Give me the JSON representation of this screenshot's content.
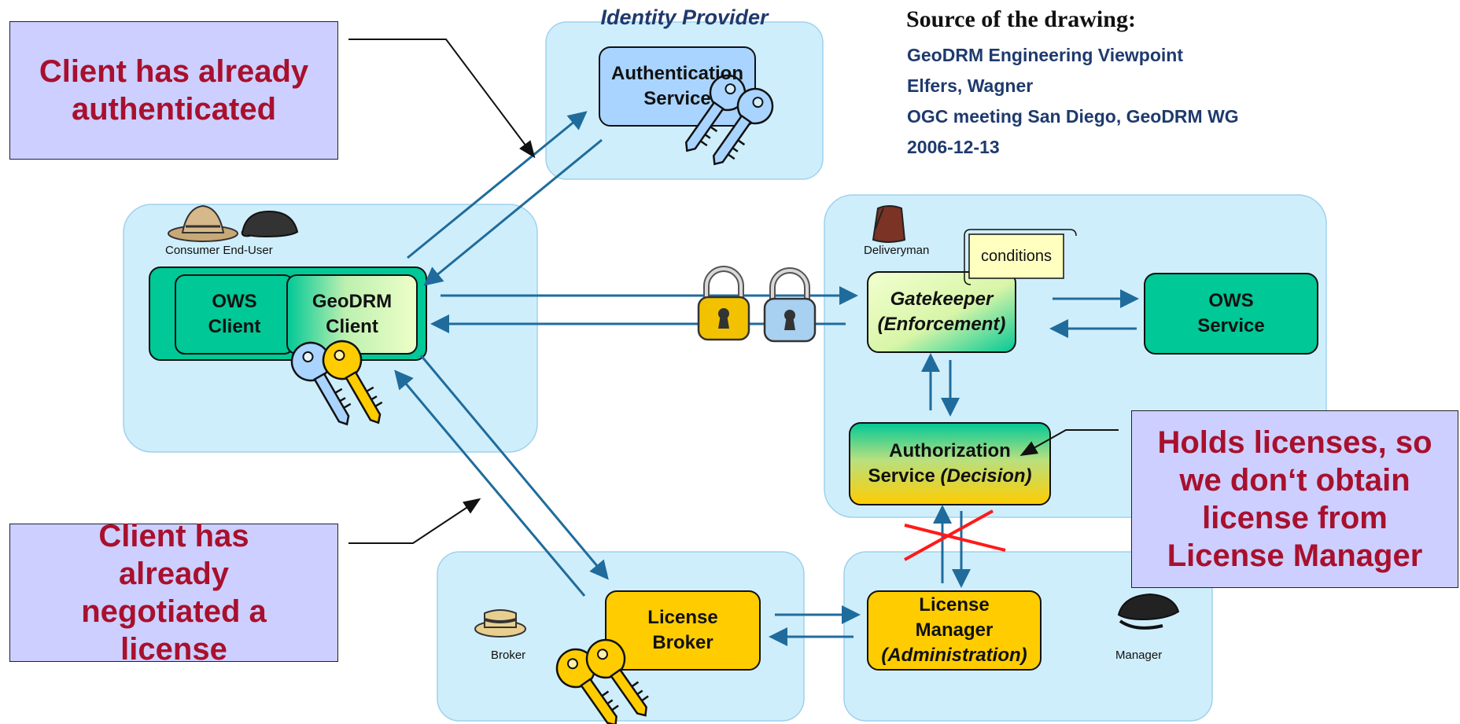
{
  "source": {
    "title": "Source of the drawing:",
    "lines": [
      "GeoDRM Engineering Viewpoint",
      "Elfers, Wagner",
      "OGC meeting San Diego, GeoDRM WG",
      "2006-12-13"
    ]
  },
  "identity_provider": {
    "title": "Identity Provider"
  },
  "authentication_service": {
    "line1": "Authentication",
    "line2": "Service"
  },
  "client": {
    "role": "Consumer End-User",
    "ows_client": {
      "line1": "OWS",
      "line2": "Client"
    },
    "geodrm_client": {
      "line1": "GeoDRM",
      "line2": "Client"
    }
  },
  "gatekeeper": {
    "role": "Deliveryman",
    "conditions": "conditions",
    "line1": "Gatekeeper",
    "line2": "(Enforcement)"
  },
  "ows_service": {
    "line1": "OWS",
    "line2": "Service"
  },
  "authorization_service": {
    "line1": "Authorization",
    "line2a": "Service ",
    "line2b": "(Decision)"
  },
  "license_broker": {
    "role": "Broker",
    "line1": "License",
    "line2": "Broker"
  },
  "license_manager": {
    "role": "Manager",
    "line1": "License",
    "line2": "Manager",
    "line3": "(Administration)"
  },
  "callouts": {
    "authenticated": "Client has already authenticated",
    "negotiated": "Client has already negotiated a license",
    "holds_licenses": "Holds licenses, so we don‘t obtain license from License Manager"
  },
  "colors": {
    "region_fill": "#cfeefb",
    "region_stroke": "#9fd2ee",
    "green": "#00c896",
    "yellow": "#ffcc00",
    "blue_box": "#a8d4ff",
    "arrow": "#1f6c9c",
    "callout_fill": "#cccfff",
    "callout_text": "#a8102e",
    "red_cross": "#ff1a1a"
  }
}
